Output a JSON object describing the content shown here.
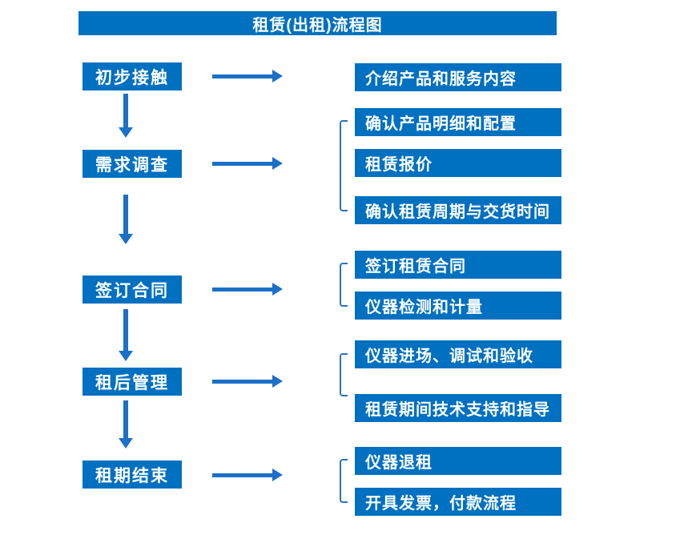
{
  "title": "租赁(出租)流程图",
  "colors": {
    "box_fill": "#0070C0",
    "arrow": "#1B70C8",
    "bracket": "#2E74B5",
    "text": "#FFFFFF",
    "background": "#FFFFFF"
  },
  "icons": {
    "arrow_right": "css-triangle-right-shape",
    "arrow_down": "css-triangle-down-shape",
    "group_bracket": "css-left-square-bracket-shape"
  },
  "flow": {
    "steps": [
      {
        "label": "初步接触",
        "details": [
          "介绍产品和服务内容"
        ]
      },
      {
        "label": "需求调查",
        "details": [
          "确认产品明细和配置",
          "租赁报价",
          "确认租赁周期与交货时间"
        ]
      },
      {
        "label": "签订合同",
        "details": [
          "签订租赁合同",
          "仪器检测和计量"
        ]
      },
      {
        "label": "租后管理",
        "details": [
          "仪器进场、调试和验收",
          "租赁期间技术支持和指导"
        ]
      },
      {
        "label": "租期结束",
        "details": [
          "仪器退租",
          "开具发票，付款流程"
        ]
      }
    ]
  }
}
